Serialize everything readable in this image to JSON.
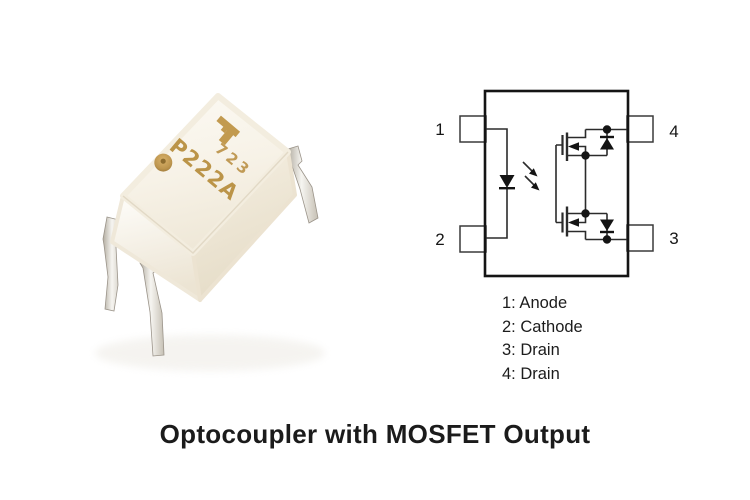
{
  "page": {
    "title": "Optocoupler with MOSFET Output",
    "background_color": "#ffffff",
    "title_color": "#1b1b1b"
  },
  "chip_photo": {
    "description": "white DIP-4 optocoupler package photo",
    "marking_date_code": "723",
    "marking_part_number": "P222A",
    "marking_color": "#b99347",
    "body_color": "#f6f1e6",
    "pin_color": "#cfc9bf",
    "logo": "toshiba-t-logo"
  },
  "schematic": {
    "line_color": "#1f1f1f",
    "pin_labels": {
      "top_left": "1",
      "bottom_left": "2",
      "top_right": "4",
      "bottom_right": "3"
    },
    "symbols": [
      "led",
      "light-arrows",
      "mosfet-top",
      "mosfet-bottom",
      "body-diode-top",
      "body-diode-bottom"
    ]
  },
  "pin_list": {
    "items": [
      "1: Anode",
      "2: Cathode",
      "3: Drain",
      "4: Drain"
    ]
  }
}
